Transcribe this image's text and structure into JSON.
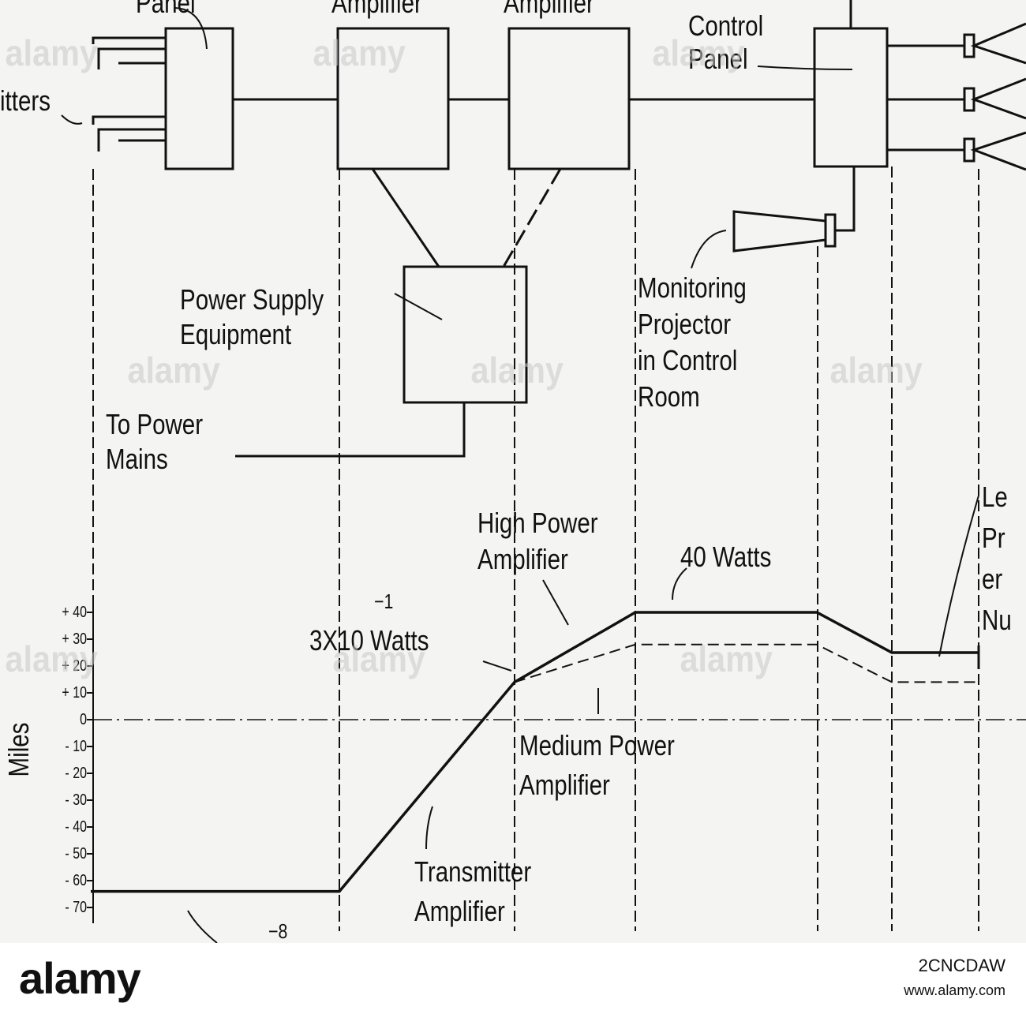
{
  "labels": {
    "panel_left": "Panel",
    "amplifier_1": "Amplifier",
    "amplifier_2": "Amplifier",
    "control_panel": "Control\nPanel",
    "transmitters": "itters",
    "power_supply": "Power Supply\nEquipment",
    "to_power_mains": "To Power\nMains",
    "monitoring_projector": "Monitoring\nProjector\nin Control\nRoom",
    "high_power_amplifier": "High Power\nAmplifier",
    "forty_watts": "40 Watts",
    "exponent_minus_1": "−1",
    "three_x_ten_watts": "3X10 Watts",
    "medium_power_amplifier": "Medium Power\nAmplifier",
    "transmitter_amplifier": "Transmitter\nAmplifier",
    "exponent_minus_8": "−8",
    "right_cut_label": "Le\nPr\ner\nNu",
    "y_axis_label": "Miles"
  },
  "axis": {
    "ticks": [
      "+ 40",
      "+ 30",
      "+ 20",
      "+ 10",
      "0",
      "- 10",
      "- 20",
      "- 30",
      "- 40",
      "- 50",
      "- 60",
      "- 70"
    ]
  },
  "levels": {
    "solid": [
      [
        115,
        -64
      ],
      [
        430,
        -64
      ],
      [
        652,
        14
      ],
      [
        805,
        40
      ],
      [
        1035,
        40
      ],
      [
        1130,
        25
      ],
      [
        1240,
        25
      ]
    ],
    "dashed": [
      [
        652,
        14
      ],
      [
        805,
        28
      ],
      [
        1035,
        28
      ],
      [
        1130,
        14
      ],
      [
        1240,
        14
      ]
    ]
  },
  "watermark": {
    "text": "alamy",
    "brand": "alamy",
    "image_code": "2CNCDAW",
    "url": "www.alamy.com"
  },
  "colors": {
    "ink": "#111111",
    "paper": "#f4f4f2"
  }
}
